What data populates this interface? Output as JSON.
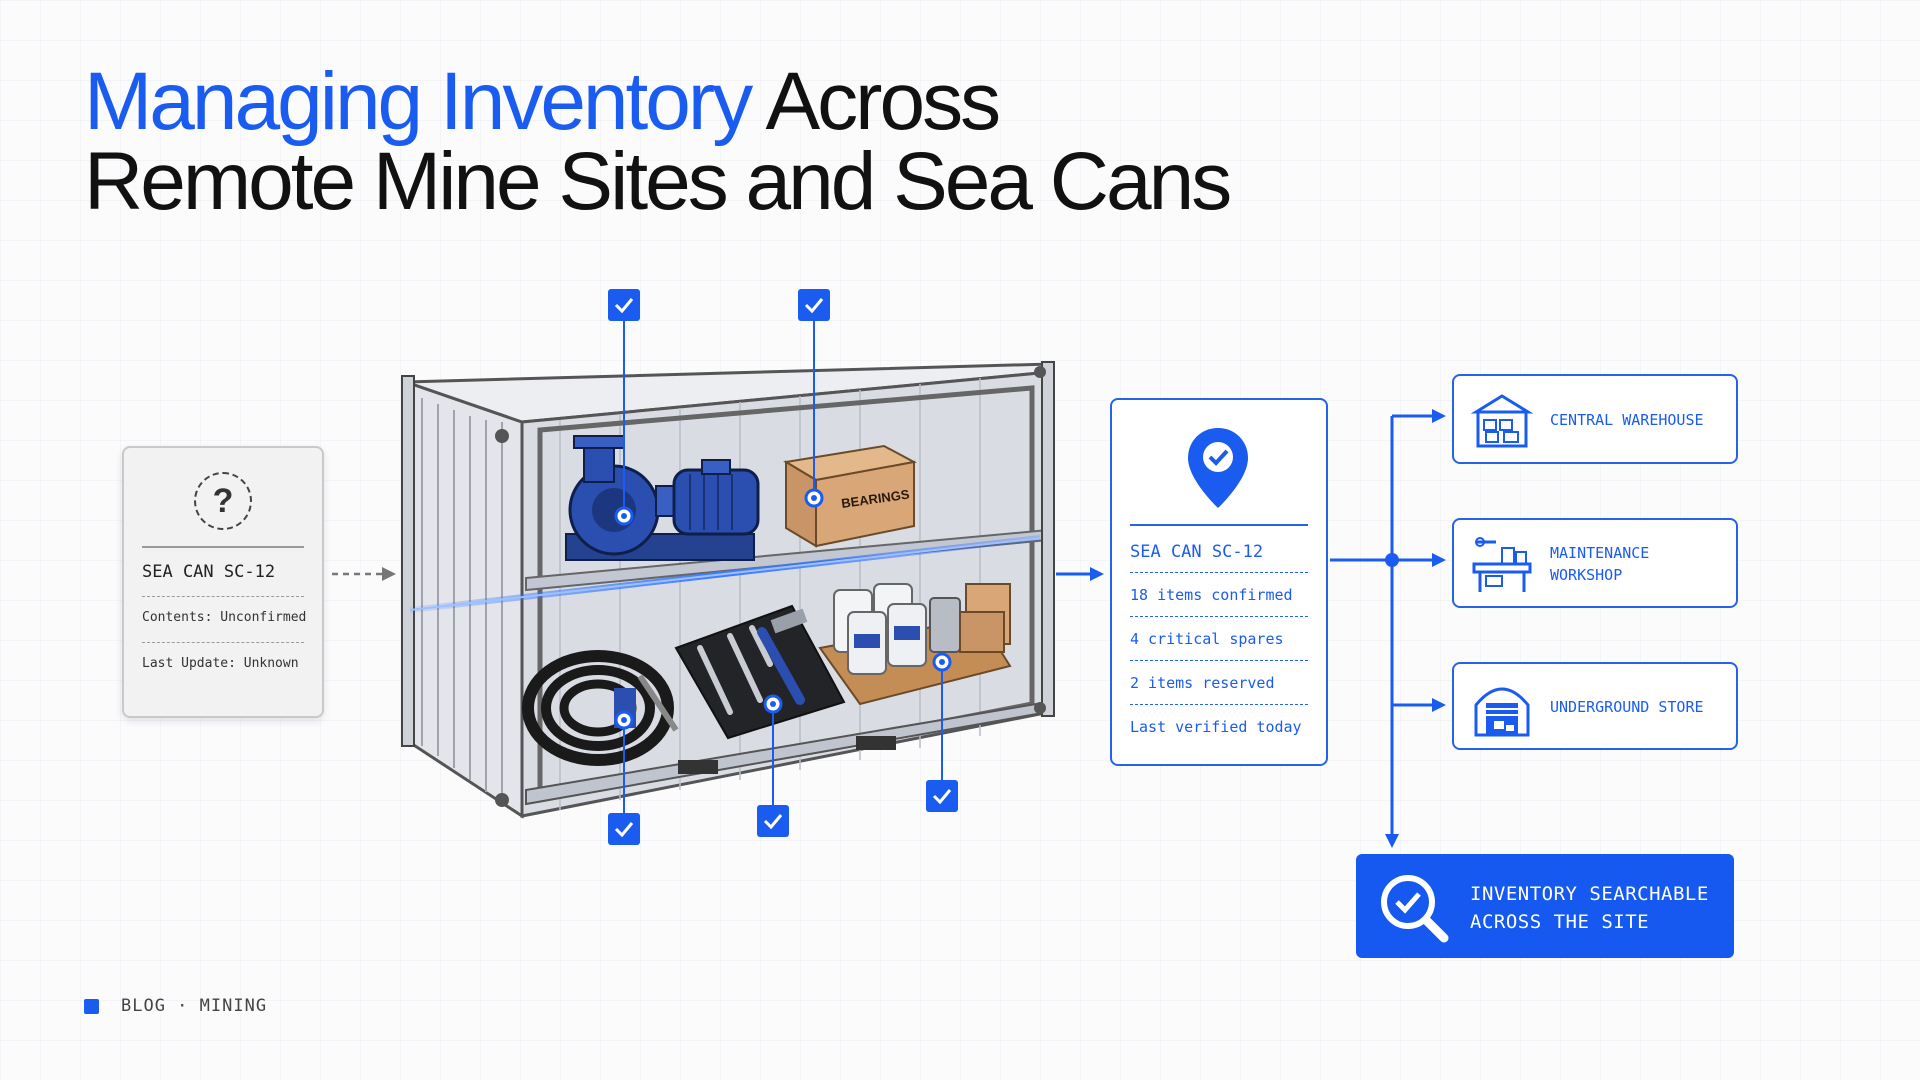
{
  "title": {
    "accent": "Managing Inventory",
    "rest": " Across",
    "line2": "Remote Mine Sites and Sea Cans"
  },
  "unknown_card": {
    "name": "SEA CAN SC-12",
    "rows": [
      "Contents: Unconfirmed",
      "Last Update: Unknown"
    ],
    "icon": "question-icon"
  },
  "container": {
    "box_label": "BEARINGS",
    "item_icons": [
      "pump-icon",
      "bearings-box-icon",
      "hose-icon",
      "tool-tray-icon",
      "chemical-pallet-icon"
    ]
  },
  "confirmed_card": {
    "name": "SEA CAN SC-12",
    "rows": [
      "18 items confirmed",
      "4 critical spares",
      "2 items reserved",
      "Last verified today"
    ],
    "icon": "location-check-icon"
  },
  "destinations": [
    {
      "label": "CENTRAL WAREHOUSE",
      "icon": "warehouse-icon"
    },
    {
      "label_lines": [
        "MAINTENANCE",
        "WORKSHOP"
      ],
      "icon": "workshop-icon"
    },
    {
      "label": "UNDERGROUND STORE",
      "icon": "underground-store-icon"
    }
  ],
  "search_badge": {
    "lines": [
      "INVENTORY SEARCHABLE",
      "ACROSS THE SITE"
    ],
    "icon": "search-check-icon"
  },
  "footer": {
    "text": "BLOG · MINING"
  },
  "colors": {
    "accent": "#1a5cf0",
    "ink": "#111111",
    "card_gray": "#f2f2f3",
    "badge_blue": "#1659f0"
  }
}
